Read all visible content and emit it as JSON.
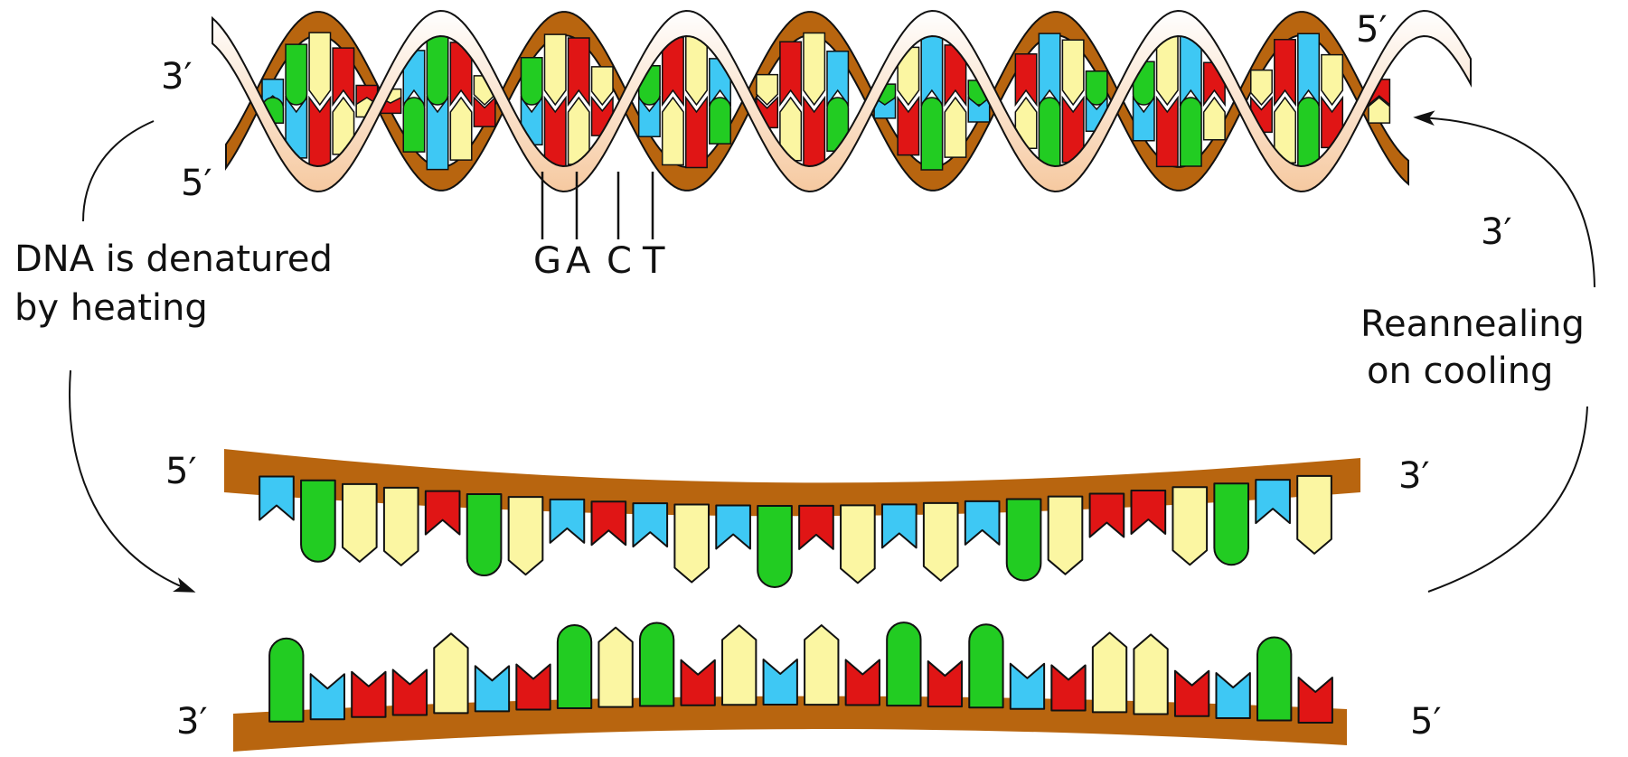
{
  "colors": {
    "backbone": "#b8650f",
    "backbone_light": "#f6c9a0",
    "G": "#22cc22",
    "A": "#fbf6a2",
    "C": "#3ec8f4",
    "T": "#e01515",
    "outline": "#111111"
  },
  "helix": {
    "ends": {
      "top_left": "3′",
      "bottom_left": "5′",
      "top_right": "5′",
      "bottom_right": "3′"
    },
    "base_labels": [
      "G",
      "A",
      "C",
      "T"
    ]
  },
  "denature": {
    "caption_line1": "DNA is denatured",
    "caption_line2": "by heating"
  },
  "reanneal": {
    "caption_line1": "Reannealing",
    "caption_line2": "on cooling"
  },
  "single_strands": {
    "upper": {
      "left_end": "5′",
      "right_end": "3′",
      "sequence": [
        "C",
        "G",
        "A",
        "A",
        "T",
        "G",
        "A",
        "C",
        "T",
        "C",
        "A",
        "C",
        "G",
        "T",
        "A",
        "C",
        "A",
        "C",
        "G",
        "A",
        "T",
        "T",
        "A",
        "G",
        "C",
        "A"
      ]
    },
    "lower": {
      "left_end": "3′",
      "right_end": "5′",
      "sequence": [
        "G",
        "C",
        "T",
        "T",
        "A",
        "C",
        "T",
        "G",
        "A",
        "G",
        "T",
        "A",
        "C",
        "A",
        "T",
        "G",
        "T",
        "G",
        "C",
        "T",
        "A",
        "A",
        "T",
        "C",
        "G",
        "T"
      ]
    }
  }
}
